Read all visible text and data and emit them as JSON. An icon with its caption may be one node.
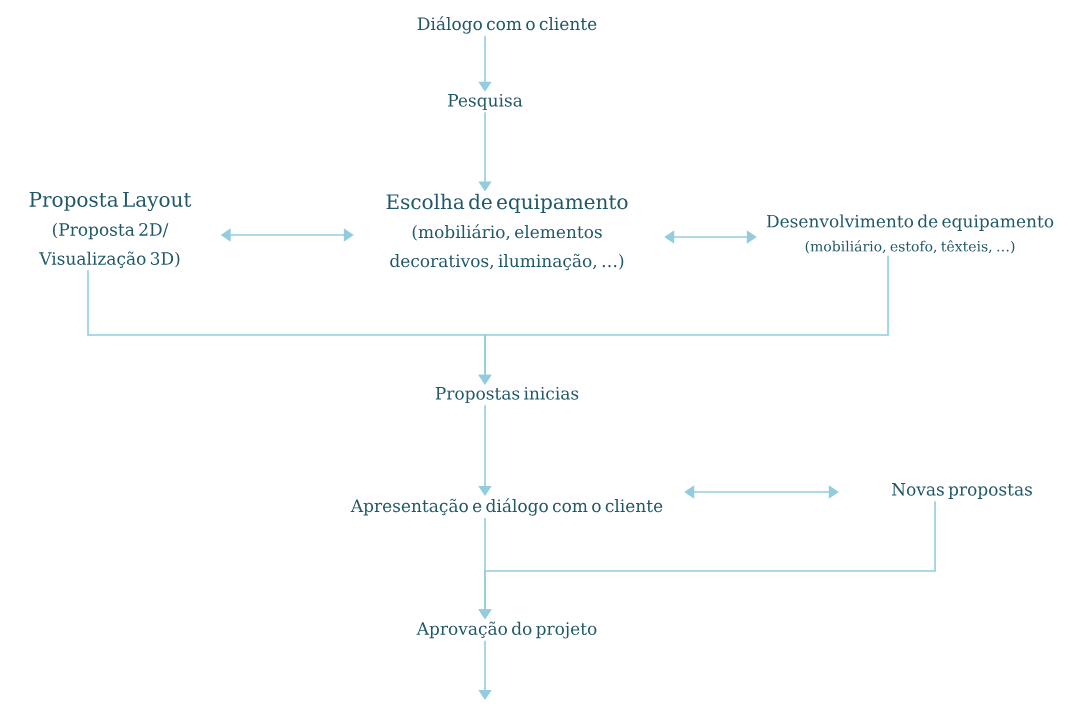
{
  "diagram": {
    "nodes": [
      {
        "text": [
          "Diálogo com o cliente"
        ]
      },
      {
        "text": [
          "Pesquisa"
        ]
      },
      {
        "text": [
          "Proposta Layout",
          "(Proposta 2D/ Visualização 3D)"
        ]
      },
      {
        "text": [
          "Escolha de equipamento",
          "(mobiliário, elementos decorativos, iluminação, …)"
        ]
      },
      {
        "text": [
          "Desenvolvimento de equipamento",
          "(mobiliário, estofo, têxteis, …)"
        ]
      },
      {
        "text": [
          "Propostas inicias"
        ]
      },
      {
        "text": [
          "Apresentação e diálogo com o cliente"
        ]
      },
      {
        "text": [
          "Novas propostas"
        ]
      },
      {
        "text": [
          "Aprovação do projeto"
        ]
      }
    ],
    "edges": [
      {
        "from": 0,
        "to": 1,
        "arrow": "to"
      },
      {
        "from": 1,
        "to": 3,
        "arrow": "to"
      },
      {
        "from": 2,
        "to": 3,
        "arrow": "both"
      },
      {
        "from": 3,
        "to": 4,
        "arrow": "both"
      },
      {
        "from": 2,
        "to": 5,
        "arrow": "to"
      },
      {
        "from": 4,
        "to": 5,
        "arrow": "to"
      },
      {
        "from": 5,
        "to": 6,
        "arrow": "to"
      },
      {
        "from": 6,
        "to": 7,
        "arrow": "both"
      },
      {
        "from": 6,
        "to": 8,
        "arrow": "to"
      },
      {
        "from": 7,
        "to": 8,
        "arrow": "to"
      },
      {
        "from": 8,
        "to": null,
        "arrow": "to"
      }
    ]
  }
}
